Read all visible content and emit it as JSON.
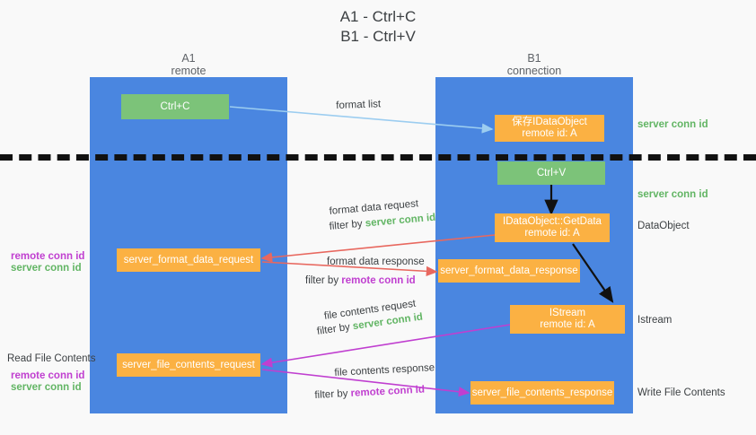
{
  "title": {
    "line1": "A1 - Ctrl+C",
    "line2": "B1 - Ctrl+V"
  },
  "lanes": [
    {
      "name": "A1",
      "sub": "remote"
    },
    {
      "name": "B1",
      "sub": "connection"
    }
  ],
  "boxes": {
    "ctrl_c": {
      "line1": "Ctrl+C",
      "line2": ""
    },
    "ctrl_v": {
      "line1": "Ctrl+V",
      "line2": ""
    },
    "save_idataobject": {
      "line1": "保存IDataObject",
      "line2": "remote id: A"
    },
    "getdata": {
      "line1": "IDataObject::GetData",
      "line2": "remote id: A"
    },
    "istream": {
      "line1": "IStream",
      "line2": "remote id: A"
    },
    "server_format_data_request": {
      "line1": "server_format_data_request",
      "line2": ""
    },
    "server_format_data_response": {
      "line1": "server_format_data_response",
      "line2": ""
    },
    "server_file_contents_request": {
      "line1": "server_file_contents_request",
      "line2": ""
    },
    "server_file_contents_response": {
      "line1": "server_file_contents_response",
      "line2": ""
    }
  },
  "right_labels": {
    "server_conn_id_top": "server conn id",
    "server_conn_id_mid": "server conn id",
    "dataobject": "DataObject",
    "istream": "Istream",
    "write_file_contents": "Write File Contents"
  },
  "left_labels": {
    "remote_conn_id_1": "remote conn id",
    "server_conn_id_1": "server conn id",
    "read_file_contents": "Read File Contents",
    "remote_conn_id_2": "remote conn id",
    "server_conn_id_2": "server conn id"
  },
  "edge_labels": {
    "format_list": "format list",
    "format_data_request": "format data request",
    "format_data_request_filter_prefix": "filter by ",
    "format_data_request_filter_value": "server conn id",
    "format_data_response": "format data response",
    "format_data_response_filter_prefix": "filter by ",
    "format_data_response_filter_value": "remote conn id",
    "file_contents_request": "file contents request",
    "file_contents_request_filter_prefix": "filter by ",
    "file_contents_request_filter_value": "server conn id",
    "file_contents_response": "file contents response",
    "file_contents_response_filter_prefix": "filter by ",
    "file_contents_response_filter_value": "remote conn id"
  },
  "colors": {
    "lane": "#4a86e0",
    "orange": "#fbb143",
    "green_box": "#7cc379",
    "green_text": "#62b564",
    "magenta_text": "#c03fd0",
    "arrow_blue": "#9ccdf0",
    "arrow_red": "#e8685f",
    "arrow_magenta": "#c03fd0",
    "arrow_black": "#111111",
    "background": "#f9f9f9"
  }
}
